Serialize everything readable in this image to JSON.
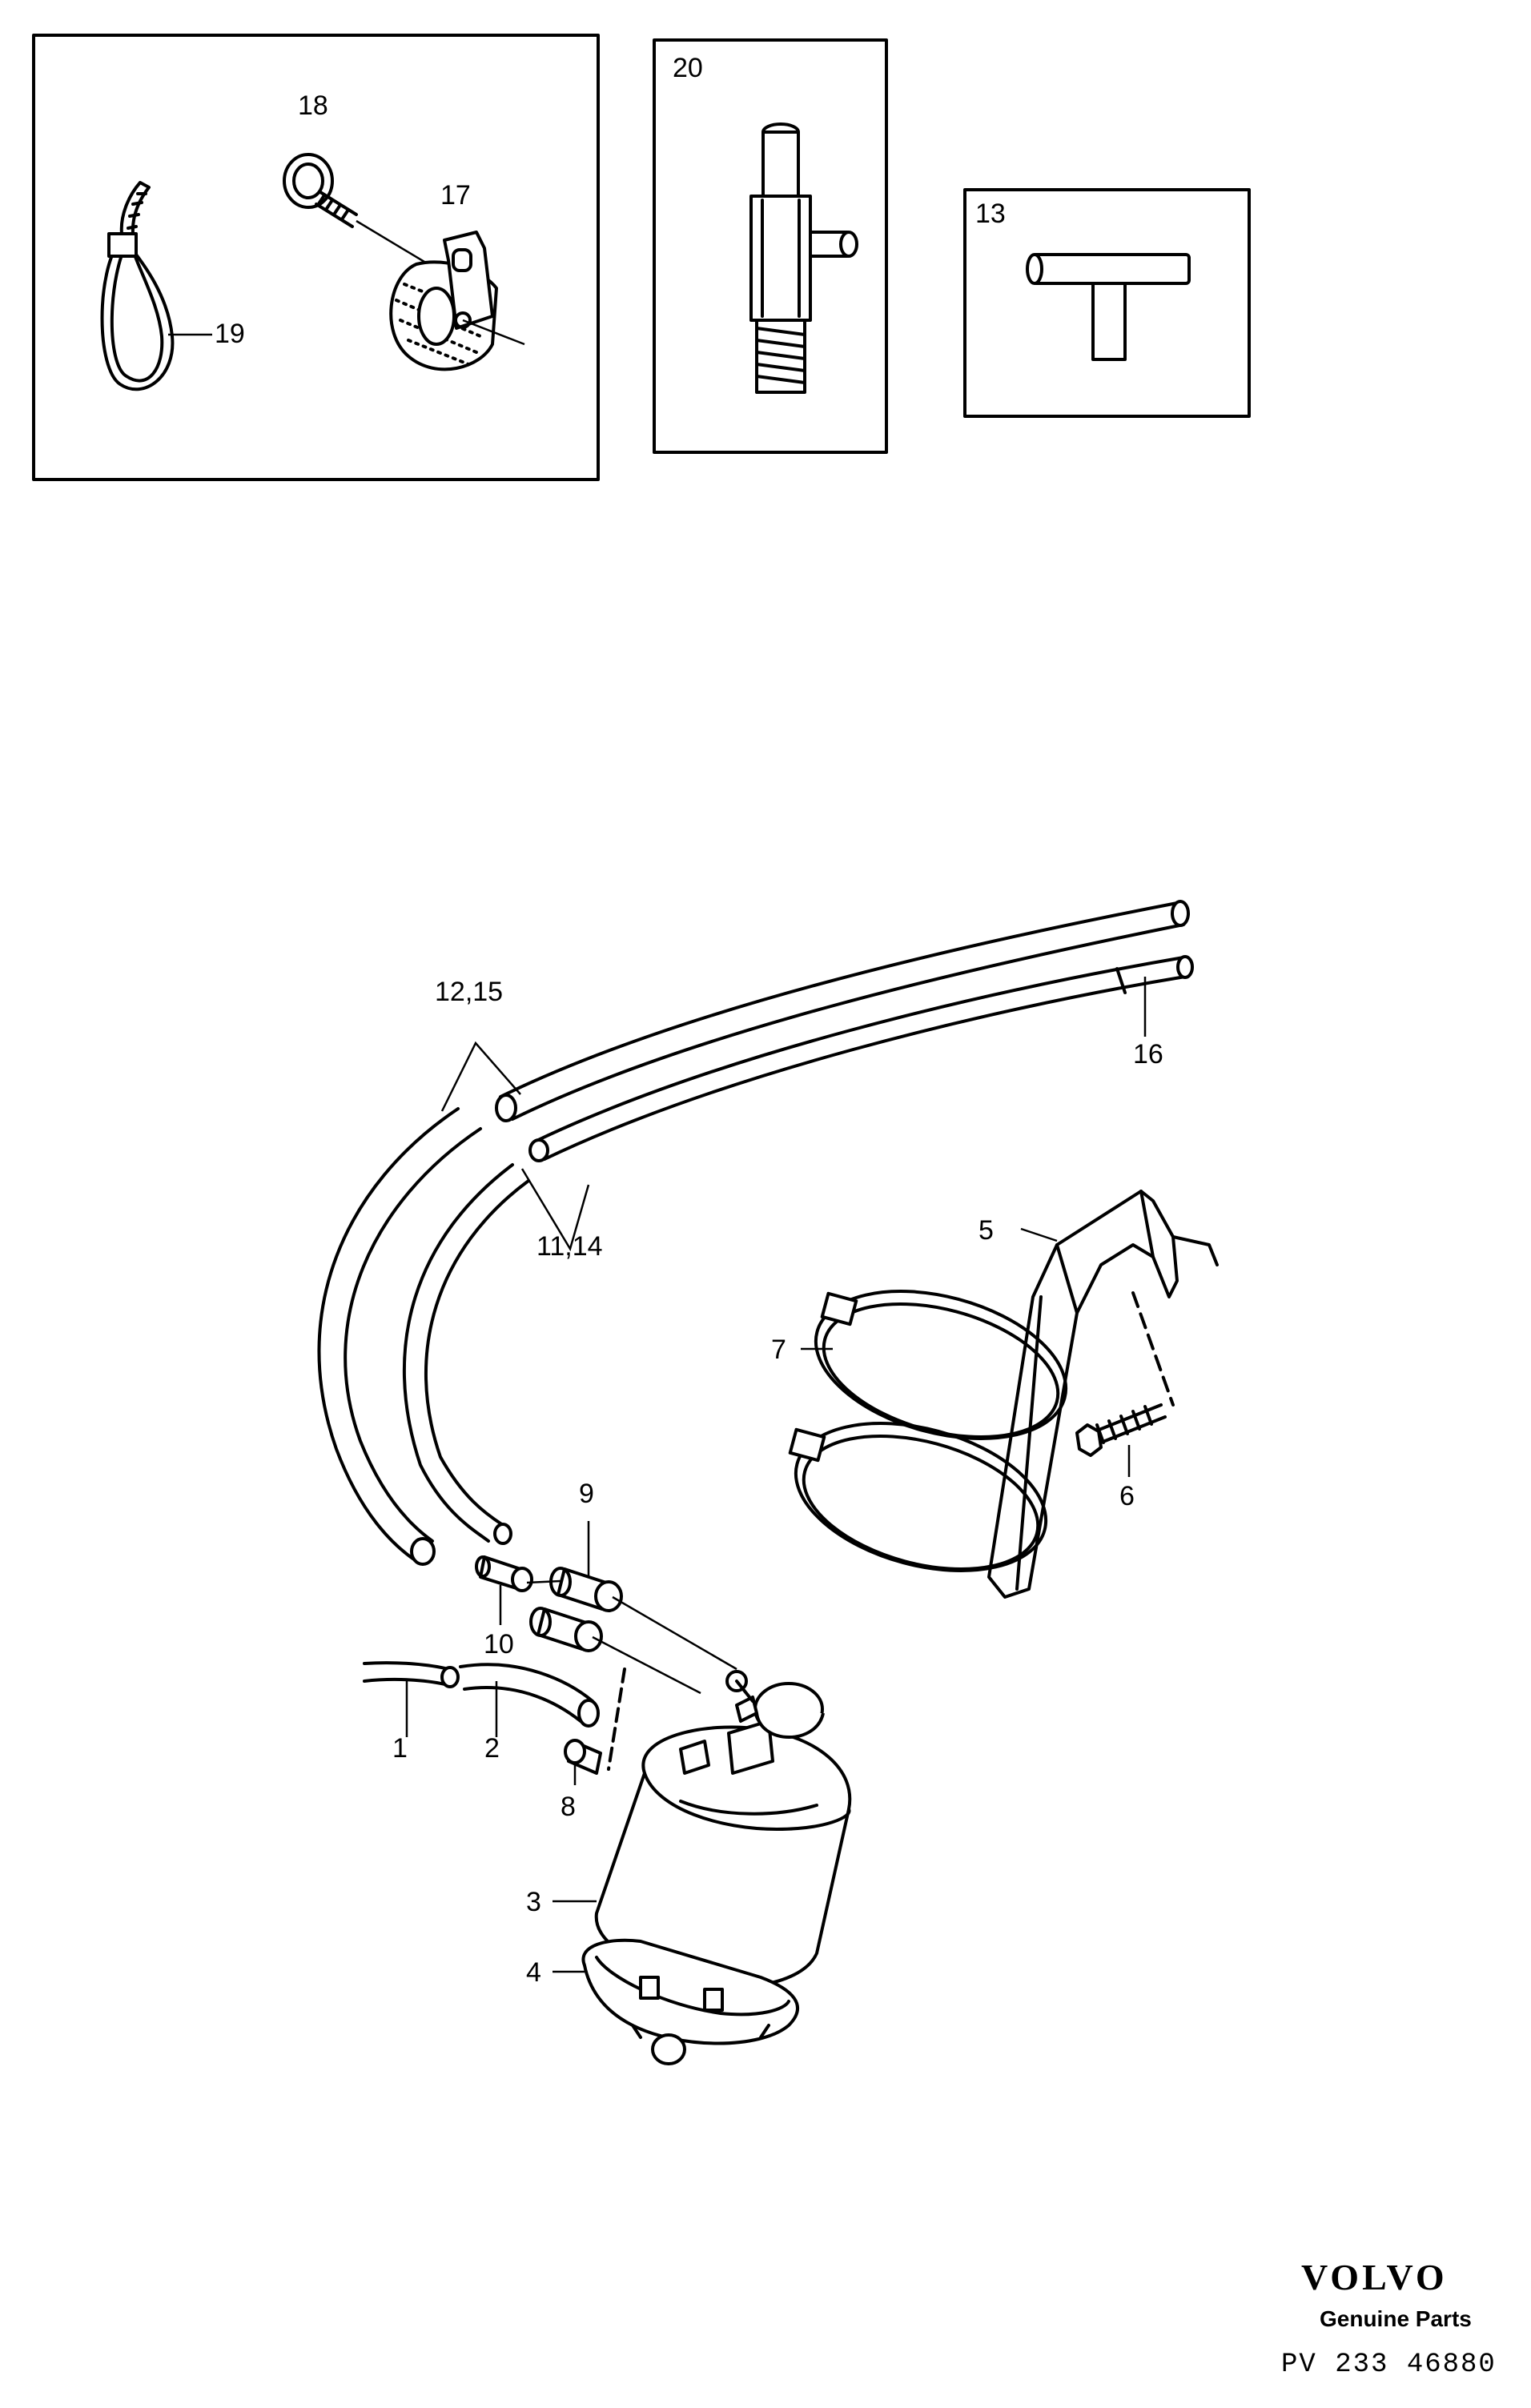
{
  "labels": {
    "p1": "1",
    "p2": "2",
    "p3": "3",
    "p4": "4",
    "p5": "5",
    "p6": "6",
    "p7": "7",
    "p8": "8",
    "p9": "9",
    "p10": "10",
    "p11_14": "11,14",
    "p12_15": "12,15",
    "p13": "13",
    "p16": "16",
    "p17": "17",
    "p18": "18",
    "p19": "19",
    "p20": "20"
  },
  "footer": {
    "brand": "VOLVO",
    "tagline": "Genuine Parts",
    "code": "PV 233 46880"
  }
}
